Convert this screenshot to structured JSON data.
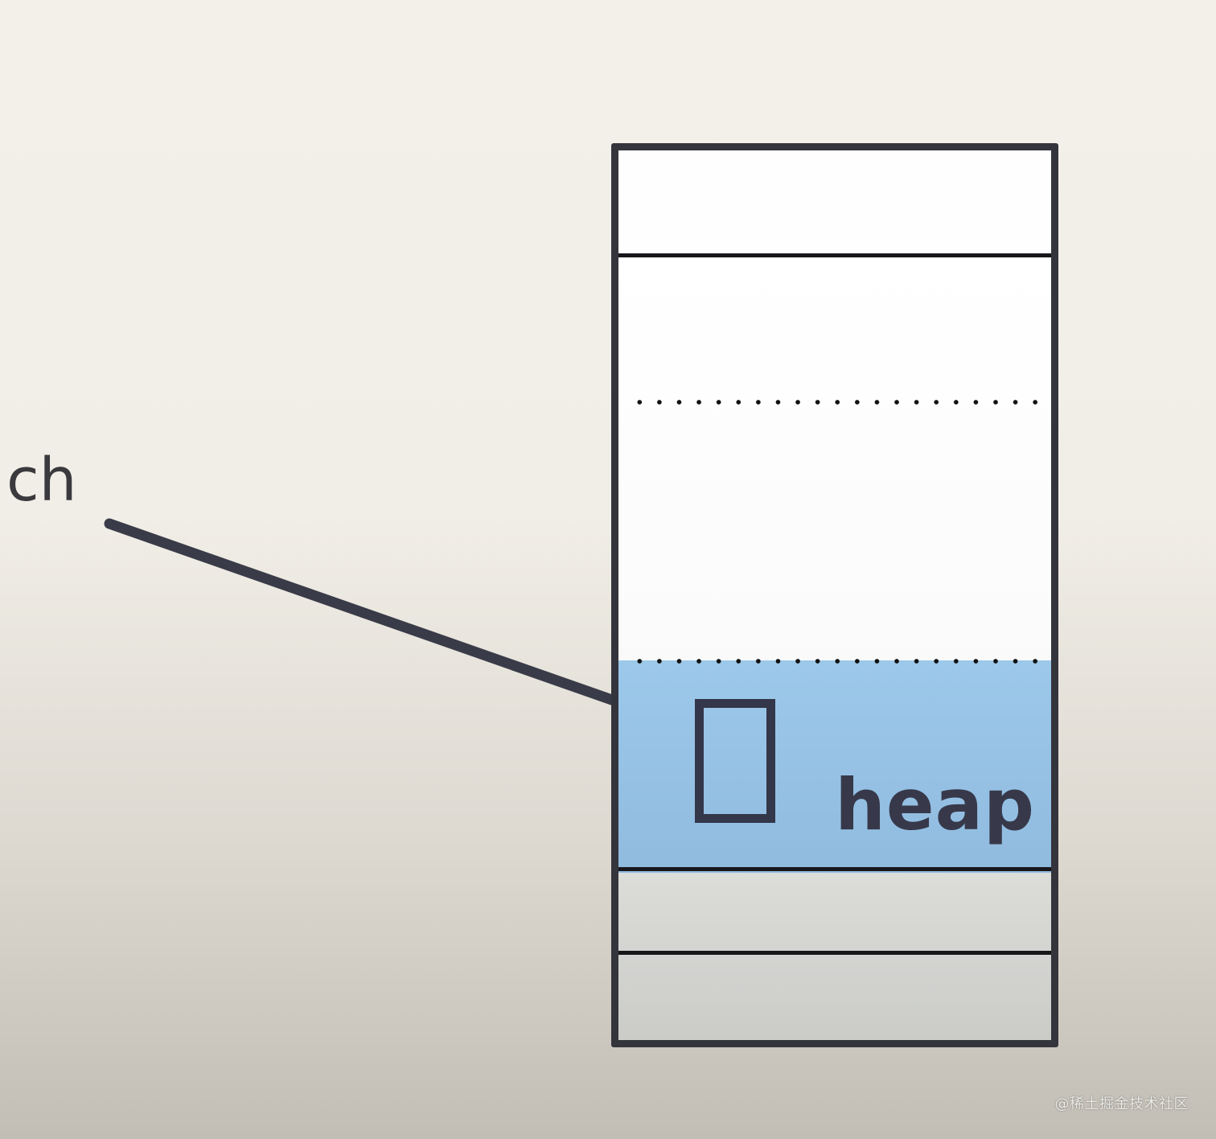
{
  "diagram": {
    "pointer_label": "ch",
    "heap_label": "heap",
    "segments": [
      {
        "name": "top",
        "fill": "#fefefe",
        "border": "solid"
      },
      {
        "name": "upper-middle",
        "fill": "#ffffff",
        "border": "dotted"
      },
      {
        "name": "lower-middle",
        "fill": "#f7f7f7",
        "border": "dotted"
      },
      {
        "name": "heap",
        "fill": "#95c1e5",
        "border": "solid"
      },
      {
        "name": "bottom-1",
        "fill": "#d7d8d5",
        "border": "solid"
      },
      {
        "name": "bottom-2",
        "fill": "#cfd0cc",
        "border": "solid"
      }
    ],
    "colors": {
      "outline": "#34343c",
      "heap_fill": "#95c1e5",
      "text": "#37394a",
      "arrow": "#3a3b48"
    }
  },
  "watermark": "@稀土掘金技术社区"
}
